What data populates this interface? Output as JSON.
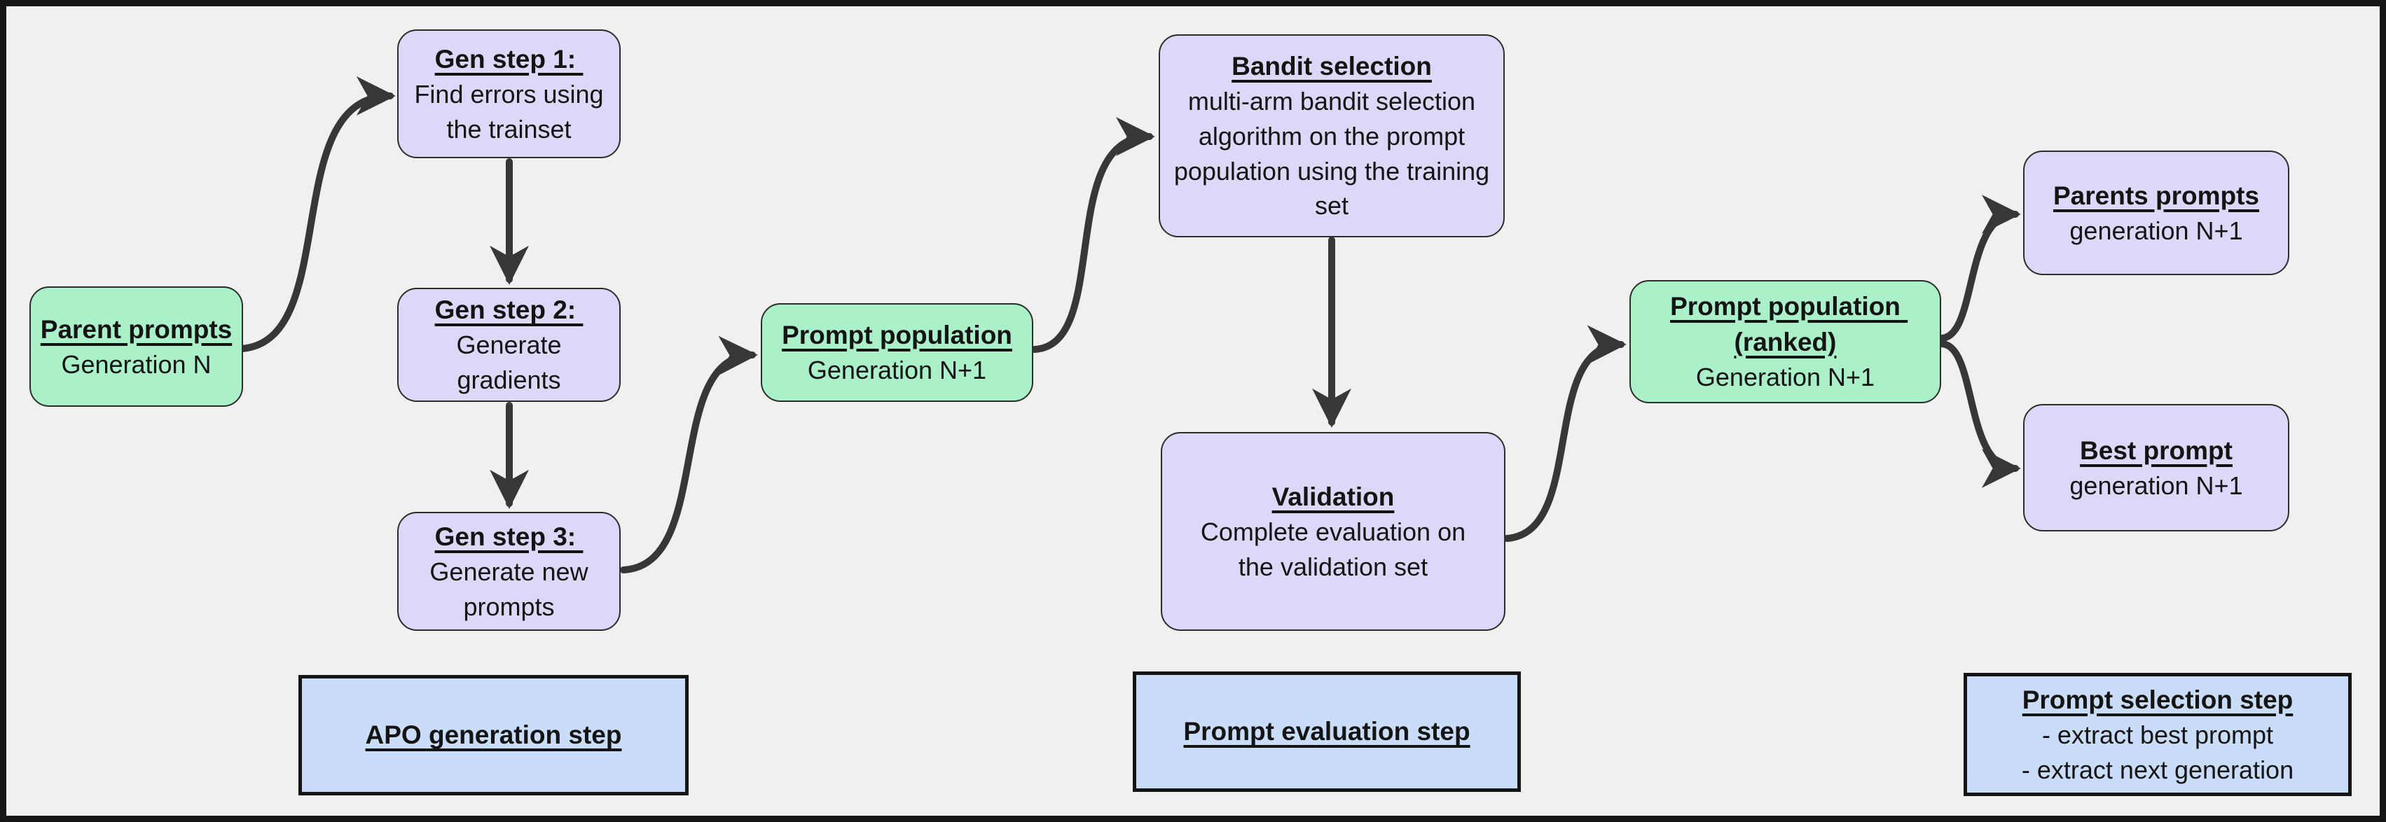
{
  "diagram": {
    "background_color": "#f1f0ef",
    "frame_color": "#161616",
    "colors": {
      "state_green": "#aaf0c8",
      "process_lavender": "#ded8f8",
      "label_blue": "#c9ddf8",
      "arrow": "#373737",
      "text": "#141414"
    },
    "nodes": [
      {
        "id": "parent-prompts",
        "kind": "green",
        "title": "Parent prompts",
        "body": "Generation N"
      },
      {
        "id": "gen-step-1",
        "kind": "lavender",
        "title": "Gen step 1: ",
        "body": "Find errors using the trainset"
      },
      {
        "id": "gen-step-2",
        "kind": "lavender",
        "title": "Gen step 2: ",
        "body": "Generate gradients"
      },
      {
        "id": "gen-step-3",
        "kind": "lavender",
        "title": "Gen step 3: ",
        "body": "Generate new prompts"
      },
      {
        "id": "prompt-population",
        "kind": "green",
        "title": "Prompt population",
        "body": "Generation N+1"
      },
      {
        "id": "bandit-selection",
        "kind": "lavender",
        "title": "Bandit selection",
        "body": "multi-arm bandit selection algorithm on the prompt population using the training set"
      },
      {
        "id": "validation",
        "kind": "lavender",
        "title": "Validation",
        "body": "Complete evaluation on the validation set"
      },
      {
        "id": "prompt-population-ranked",
        "kind": "green",
        "title": "Prompt population (ranked)",
        "body": "Generation N+1"
      },
      {
        "id": "parents-prompts",
        "kind": "lavender",
        "title": "Parents prompts",
        "body": "generation N+1"
      },
      {
        "id": "best-prompt",
        "kind": "lavender",
        "title": "Best prompt",
        "body": "generation N+1"
      },
      {
        "id": "apo-generation-step",
        "kind": "blue",
        "title": "APO generation step",
        "body": ""
      },
      {
        "id": "prompt-evaluation-step",
        "kind": "blue",
        "title": "Prompt evaluation step",
        "body": ""
      },
      {
        "id": "prompt-selection-step",
        "kind": "blue",
        "title": "Prompt selection step",
        "body": "- extract best prompt\n- extract next generation"
      }
    ],
    "edges": [
      {
        "from": "parent-prompts",
        "to": "gen-step-1"
      },
      {
        "from": "gen-step-1",
        "to": "gen-step-2"
      },
      {
        "from": "gen-step-2",
        "to": "gen-step-3"
      },
      {
        "from": "gen-step-3",
        "to": "prompt-population"
      },
      {
        "from": "prompt-population",
        "to": "bandit-selection"
      },
      {
        "from": "bandit-selection",
        "to": "validation"
      },
      {
        "from": "validation",
        "to": "prompt-population-ranked"
      },
      {
        "from": "prompt-population-ranked",
        "to": "parents-prompts"
      },
      {
        "from": "prompt-population-ranked",
        "to": "best-prompt"
      }
    ]
  }
}
